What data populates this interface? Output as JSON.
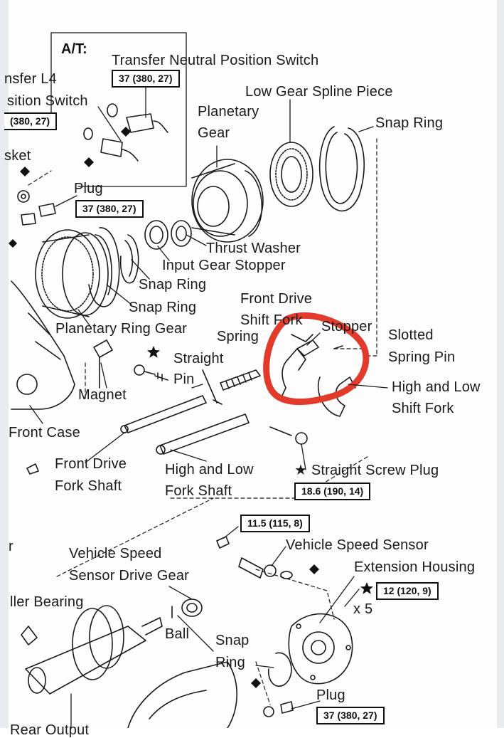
{
  "labels": {
    "at": "A/T:",
    "transfer_neutral_switch": "Transfer Neutral Position Switch",
    "transfer_l4_a": "nsfer L4",
    "transfer_l4_b": "sition Switch",
    "gasket": "sket",
    "plug_top": "Plug",
    "low_gear_spline": "Low Gear Spline Piece",
    "planetary_gear_a": "Planetary",
    "planetary_gear_b": "Gear",
    "snap_ring_top": "Snap Ring",
    "thrust_washer": "Thrust Washer",
    "input_gear_stopper": "Input Gear Stopper",
    "snap_ring_mid": "Snap Ring",
    "snap_ring_low": "Snap Ring",
    "planetary_ring_gear": "Planetary Ring Gear",
    "front_drive_shift_fork_a": "Front Drive",
    "front_drive_shift_fork_b": "Shift Fork",
    "stopper": "Stopper",
    "slotted_a": "Slotted",
    "slotted_b": "Spring Pin",
    "spring": "Spring",
    "straight_pin_a": "Straight",
    "straight_pin_b": "Pin",
    "magnet": "Magnet",
    "high_low_shift_fork_a": "High and Low",
    "high_low_shift_fork_b": "Shift Fork",
    "front_case": "Front Case",
    "front_drive_fork_shaft_a": "Front Drive",
    "front_drive_fork_shaft_b": "Fork Shaft",
    "high_low_fork_shaft_a": "High and Low",
    "high_low_fork_shaft_b": "Fork Shaft",
    "straight_screw_plug": "★ Straight Screw Plug",
    "vss_drive_gear_a": "Vehicle Speed",
    "vss_drive_gear_b": "Sensor Drive Gear",
    "vehicle_speed_sensor": "Vehicle Speed Sensor",
    "extension_housing": "Extension Housing",
    "roller_bearing": "ller Bearing",
    "ball": "Ball",
    "snap_ring_bottom_a": "Snap",
    "snap_ring_bottom_b": "Ring",
    "plug_bottom": "Plug",
    "times_five": "x 5",
    "r_fragment": "r",
    "rear_output": "Rear Output"
  },
  "torque": {
    "neutral_switch": "37 (380, 27)",
    "l4_switch": "(380, 27)",
    "plug_top": "37 (380, 27)",
    "screw_plug": "18.6 (190, 14)",
    "sensor_bolt": "11.5 (115, 8)",
    "extension_bolts": "12 (120, 9)",
    "plug_bottom": "37 (380, 27)"
  },
  "colors": {
    "ink": "#1a1a1a",
    "highlight_circle": "#e23b2c",
    "background": "#fdfdfd"
  }
}
